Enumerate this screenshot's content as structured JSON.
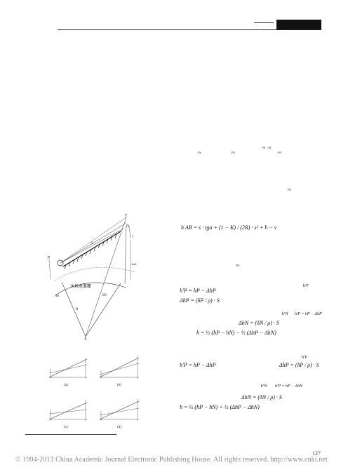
{
  "page": {
    "number": "127",
    "footer": "© 1994-2013 China Academic Journal Electronic Publishing House. All rights reserved.    http://www.cnki.net"
  },
  "fig1": {
    "labels": {
      "y": "y",
      "n": "N",
      "v": "v",
      "p": "p",
      "s_top": "S",
      "h_ab": "hab",
      "water_level": "大地水准面",
      "a0": "A0",
      "b0": "B0",
      "r": "R",
      "o": "0"
    }
  },
  "fig2": {
    "panels": [
      {
        "caption": "(a)"
      },
      {
        "caption": "(b)"
      },
      {
        "caption": "(c)"
      },
      {
        "caption": "(d)"
      }
    ]
  },
  "equations": {
    "small_top": "FS · AT",
    "small_row_a": "FS",
    "small_row_b": "FN",
    "small_row_c": "FN",
    "small_mid": "FN",
    "h_ab": "h AB = s · tgα + (1 − K) / (2R) · s² + h − v",
    "small_mid2": "FN",
    "hp_label_1": "h′P",
    "hp_1": "h′P = hP − ΔhP",
    "dhp_1": "ΔhP = (δP / ρ) · S",
    "hn_label_1": "h′N",
    "hn_1": "h′P = hP − ΔhP",
    "dhn_1": "ΔhN = (δN / ρ) · S",
    "h_avg_1": "h = ½ (hP − hN) − ½ (ΔhP − ΔhN)",
    "hp_label_2": "h′P",
    "hp_2": "h′P = hP − ΔhP",
    "dhp_2": "ΔhP = (δP / ρ) · S",
    "hn_label_2": "h′N",
    "hn_2": "h′P = hP − ΔhN",
    "dhn_2": "ΔhN = (δN / ρ) · S",
    "h_avg_2": "h = ½ (hP − hN) + ½ (ΔhP − ΔhN)"
  }
}
